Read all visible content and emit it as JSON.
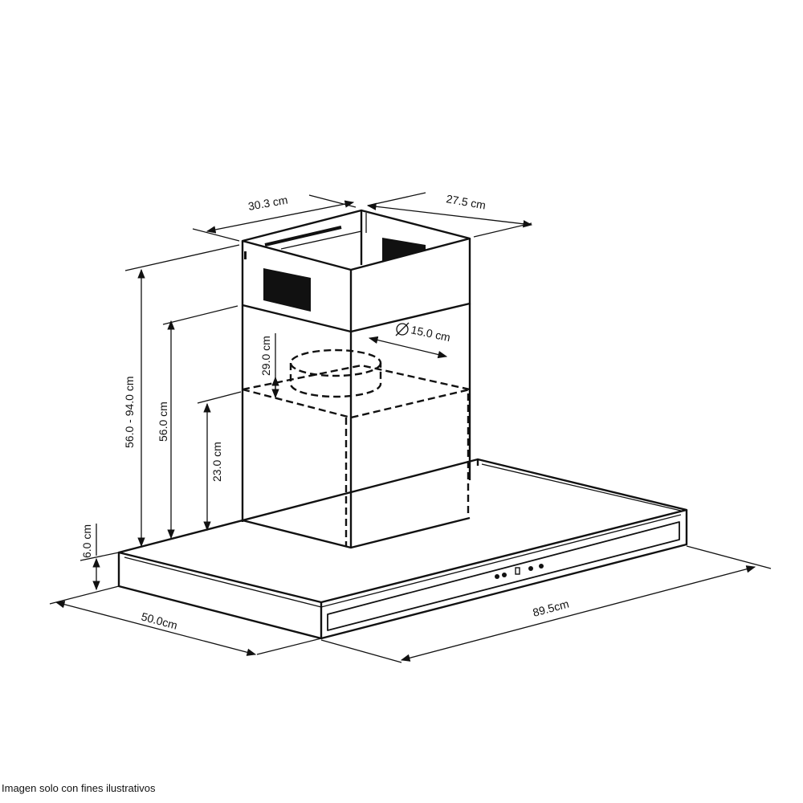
{
  "dimensions": {
    "chimney_width": "30.3 cm",
    "chimney_depth": "27.5 cm",
    "total_height_range": "56.0 - 94.0 cm",
    "min_height": "56.0 cm",
    "lower_chimney_height": "23.0 cm",
    "hood_thickness": "6.0 cm",
    "duct_offset": "29.0 cm",
    "duct_diameter": "15.0 cm",
    "hood_depth": "50.0cm",
    "hood_width": "89.5cm"
  },
  "caption": "Imagen solo con fines ilustrativos",
  "colors": {
    "line": "#111111",
    "background": "#ffffff"
  }
}
